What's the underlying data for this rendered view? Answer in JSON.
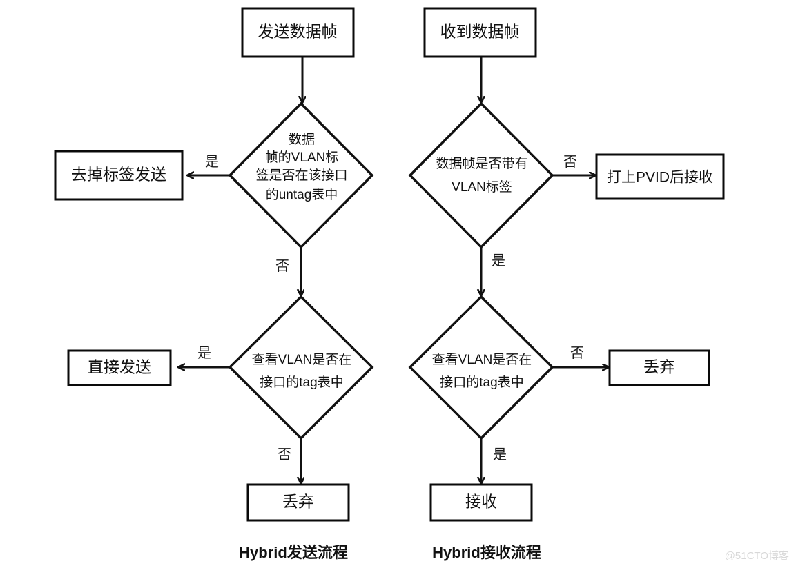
{
  "diagram": {
    "type": "flowchart",
    "background": "#ffffff",
    "line_color": "#111111",
    "text_color": "#111111",
    "columns": [
      {
        "id": "send",
        "caption": "Hybrid发送流程",
        "nodes": {
          "start": "发送数据帧",
          "decision1": "数据\n帧的VLAN标\n签是否在该接口\n的untag表中",
          "decision1_lines": [
            "数据",
            "帧的VLAN标",
            "签是否在该接口",
            "的untag表中"
          ],
          "yes1_target": "去掉标签发送",
          "decision2_lines": [
            "查看VLAN是否在",
            "接口的tag表中"
          ],
          "yes2_target": "直接发送",
          "end": "丢弃"
        },
        "edges": {
          "d1_yes": "是",
          "d1_no": "否",
          "d2_yes": "是",
          "d2_no": "否"
        }
      },
      {
        "id": "receive",
        "caption": "Hybrid接收流程",
        "nodes": {
          "start": "收到数据帧",
          "decision1_lines": [
            "数据帧是否带有",
            "VLAN标签"
          ],
          "no1_target": "打上PVID后接收",
          "decision2_lines": [
            "查看VLAN是否在",
            "接口的tag表中"
          ],
          "no2_target": "丢弃",
          "end": "接收"
        },
        "edges": {
          "d1_no": "否",
          "d1_yes": "是",
          "d2_no": "否",
          "d2_yes": "是"
        }
      }
    ]
  },
  "watermark": "@51CTO博客"
}
